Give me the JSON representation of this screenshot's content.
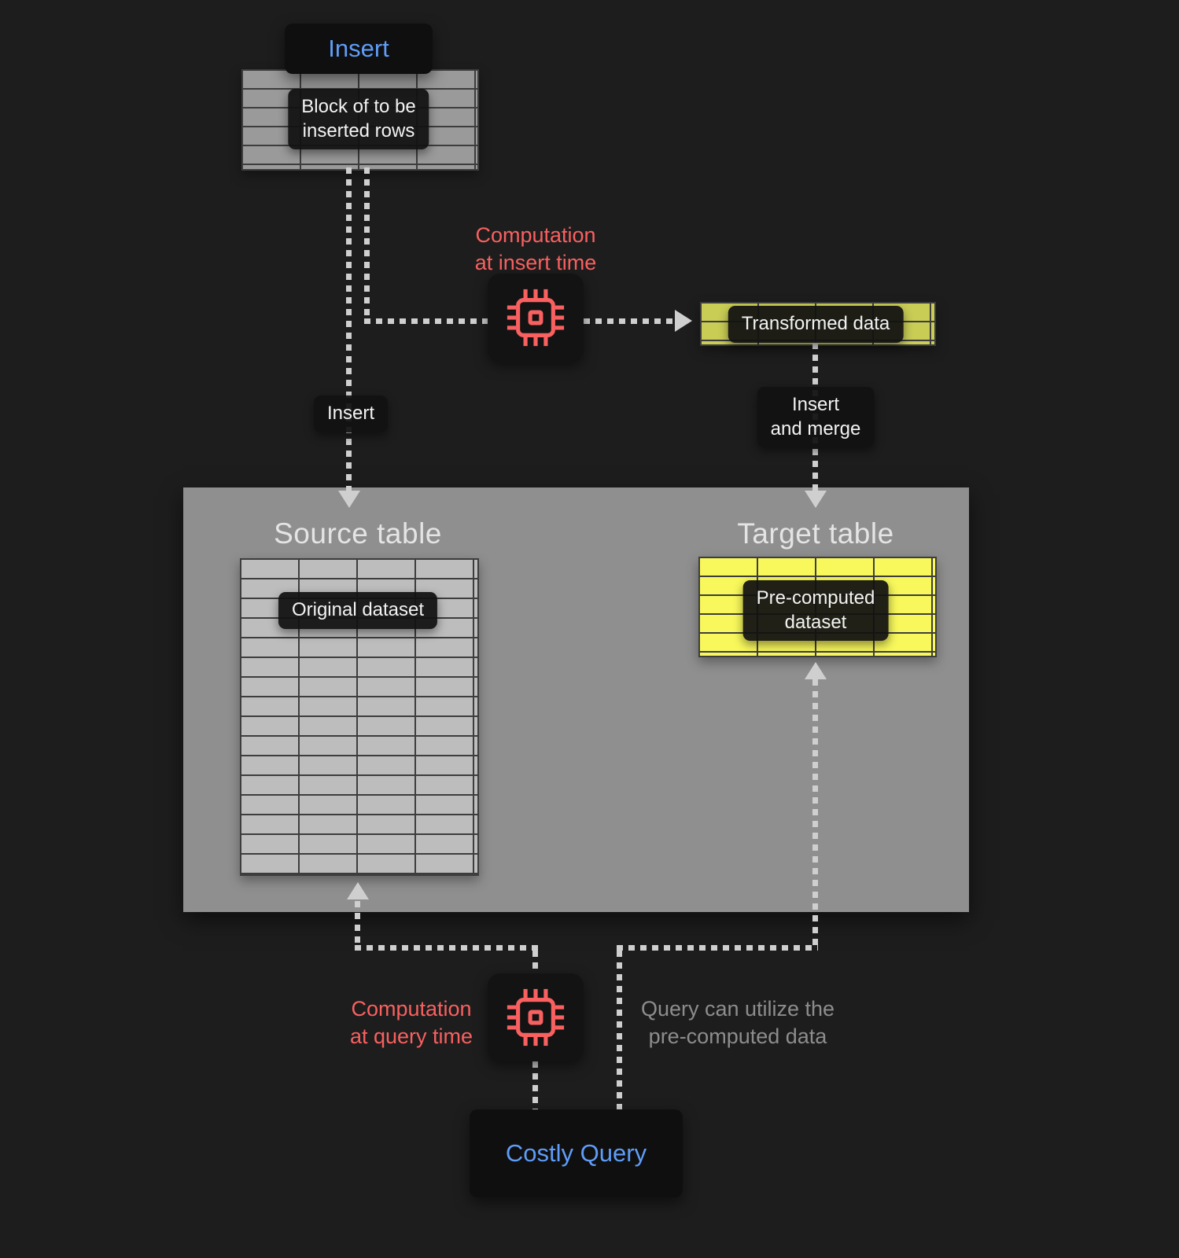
{
  "colors": {
    "bg": "#1d1d1d",
    "panel": "#8f8f8f",
    "blue": "#5f9df8",
    "red": "#f96060",
    "dotted": "#cfcfcf",
    "badge_bg": "rgba(18,18,18,0.94)",
    "badge_text": "#f3f3f3",
    "heading": "#e4e4e4",
    "table_line": "#3d3d3d",
    "table_gray_fill": "#bdbdbd",
    "insert_block_fill": "#9a9a9a",
    "transformed_fill": "#c9cd55",
    "target_fill": "#f8f85c",
    "note_gray": "#8d8d8d"
  },
  "nodes": {
    "insert_title": "Insert",
    "insert_block_label": "Block of to be\ninserted rows",
    "computation_at_insert": "Computation\nat insert time",
    "transformed_data": "Transformed data",
    "edge_insert": "Insert",
    "edge_insert_merge": "Insert\nand merge",
    "source_table": "Source table",
    "target_table": "Target table",
    "original_dataset": "Original dataset",
    "precomputed_dataset": "Pre-computed\ndataset",
    "computation_at_query": "Computation\nat query time",
    "query_note": "Query can utilize the\npre-computed data",
    "costly_query": "Costly Query"
  }
}
